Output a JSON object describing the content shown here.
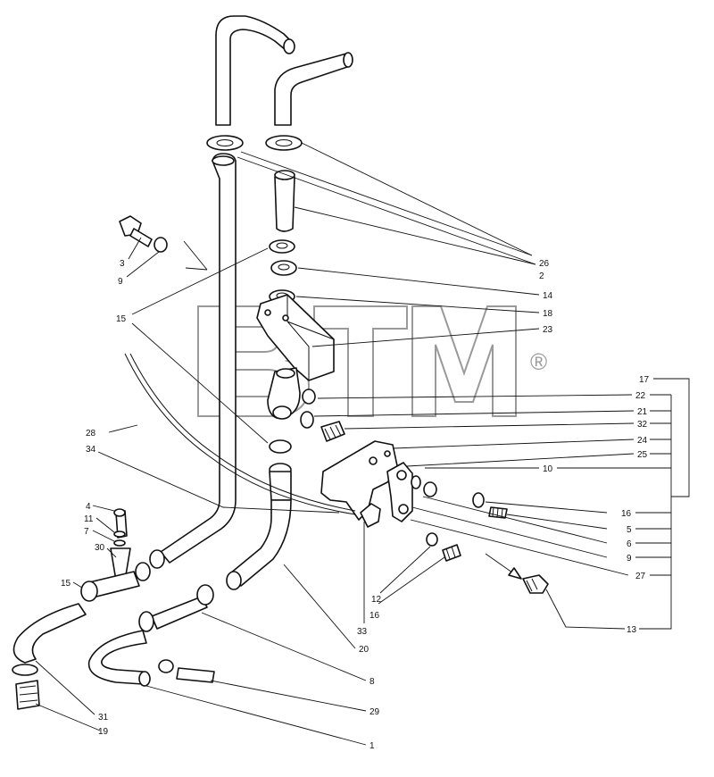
{
  "watermark": {
    "letters": "BTM",
    "registered_mark": "®",
    "color": "#9a9a9a"
  },
  "callouts": [
    "1",
    "2",
    "3",
    "4",
    "5",
    "6",
    "7",
    "8",
    "9",
    "10",
    "11",
    "12",
    "13",
    "14",
    "15",
    "16",
    "17",
    "18",
    "19",
    "20",
    "21",
    "22",
    "23",
    "24",
    "25",
    "26",
    "27",
    "28",
    "29",
    "30",
    "31",
    "32",
    "33",
    "34"
  ],
  "labels": {
    "l26": "26",
    "l2": "2",
    "l14": "14",
    "l18": "18",
    "l23": "23",
    "l17": "17",
    "l22": "22",
    "l21": "21",
    "l32": "32",
    "l24": "24",
    "l25": "25",
    "l10": "10",
    "l16a": "16",
    "l5": "5",
    "l6": "6",
    "l9a": "9",
    "l27": "27",
    "l13": "13",
    "l3": "3",
    "l9b": "9",
    "l15a": "15",
    "l28": "28",
    "l34": "34",
    "l4": "4",
    "l11": "11",
    "l7": "7",
    "l30": "30",
    "l15b": "15",
    "l12": "12",
    "l16b": "16",
    "l33": "33",
    "l20": "20",
    "l8": "8",
    "l29": "29",
    "l1": "1",
    "l31": "31",
    "l19": "19"
  }
}
